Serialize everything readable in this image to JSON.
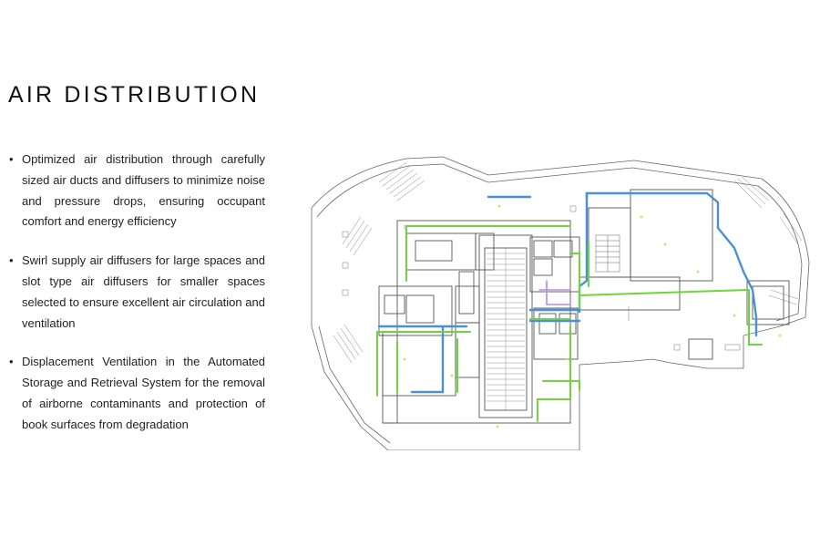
{
  "title": "AIR DISTRIBUTION",
  "bullets": [
    "Optimized air distribution through carefully sized air ducts and diffusers to minimize noise and pressure drops, ensuring occupant comfort and energy efficiency",
    "Swirl supply air diffusers for large spaces and slot type air diffusers for smaller spaces selected to ensure excellent air circulation and ventilation",
    "Displacement Ventilation in the Automated Storage and Retrieval System for the removal of airborne contaminants and protection of book surfaces from degradation"
  ],
  "colors": {
    "supply_duct": "#6fd63a",
    "return_duct": "#4a90d9",
    "exhaust_duct": "#b58be0",
    "linework": "#555555"
  },
  "icons": [
    "bullet-dot-icon"
  ]
}
